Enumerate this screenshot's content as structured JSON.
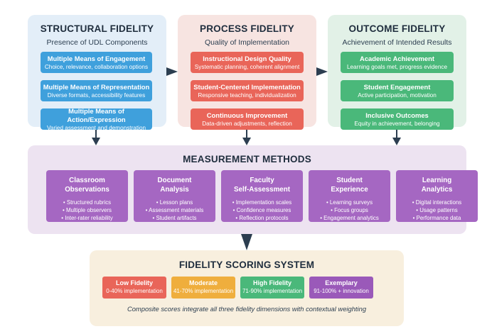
{
  "structural": {
    "title": "STRUCTURAL FIDELITY",
    "subtitle": "Presence of UDL Components",
    "items": [
      {
        "title": "Multiple Means of Engagement",
        "desc": "Choice, relevance, collaboration options"
      },
      {
        "title": "Multiple Means of Representation",
        "desc": "Diverse formats, accessibility features"
      },
      {
        "title": "Multiple Means of Action/Expression",
        "desc": "Varied assessment and demonstration"
      }
    ]
  },
  "process": {
    "title": "PROCESS FIDELITY",
    "subtitle": "Quality of Implementation",
    "items": [
      {
        "title": "Instructional Design Quality",
        "desc": "Systematic planning, coherent alignment"
      },
      {
        "title": "Student-Centered Implementation",
        "desc": "Responsive teaching, individualization"
      },
      {
        "title": "Continuous Improvement",
        "desc": "Data-driven adjustments, reflection"
      }
    ]
  },
  "outcome": {
    "title": "OUTCOME FIDELITY",
    "subtitle": "Achievement of Intended Results",
    "items": [
      {
        "title": "Academic Achievement",
        "desc": "Learning goals met, progress evidence"
      },
      {
        "title": "Student Engagement",
        "desc": "Active participation, motivation"
      },
      {
        "title": "Inclusive Outcomes",
        "desc": "Equity in achievement, belonging"
      }
    ]
  },
  "measurement": {
    "title": "MEASUREMENT METHODS",
    "methods": [
      {
        "title_line1": "Classroom",
        "title_line2": "Observations",
        "bullets": [
          "• Structured rubrics",
          "• Multiple observers",
          "• Inter-rater reliability"
        ]
      },
      {
        "title_line1": "Document",
        "title_line2": "Analysis",
        "bullets": [
          "• Lesson plans",
          "• Assessment materials",
          "• Student artifacts"
        ]
      },
      {
        "title_line1": "Faculty",
        "title_line2": "Self-Assessment",
        "bullets": [
          "• Implementation scales",
          "• Confidence measures",
          "• Reflection protocols"
        ]
      },
      {
        "title_line1": "Student",
        "title_line2": "Experience",
        "bullets": [
          "• Learning surveys",
          "• Focus groups",
          "• Engagement analytics"
        ]
      },
      {
        "title_line1": "Learning",
        "title_line2": "Analytics",
        "bullets": [
          "• Digital interactions",
          "• Usage patterns",
          "• Performance data"
        ]
      }
    ]
  },
  "scoring": {
    "title": "FIDELITY SCORING SYSTEM",
    "levels": [
      {
        "title": "Low Fidelity",
        "desc": "0-40% implementation",
        "color": "#e96559"
      },
      {
        "title": "Moderate",
        "desc": "41-70% implementation",
        "color": "#efae3d"
      },
      {
        "title": "High Fidelity",
        "desc": "71-90% implementation",
        "color": "#4ab87a"
      },
      {
        "title": "Exemplary",
        "desc": "91-100% + innovation",
        "color": "#9a59b9"
      }
    ],
    "note": "Composite scores integrate all three fidelity dimensions with contextual weighting"
  },
  "colors": {
    "structural_bg": "#e3eef8",
    "process_bg": "#f7e4e1",
    "outcome_bg": "#e2f1e7",
    "measurement_bg": "#ede3f1",
    "scoring_bg": "#f8efde",
    "arrow": "#2c3e50"
  }
}
